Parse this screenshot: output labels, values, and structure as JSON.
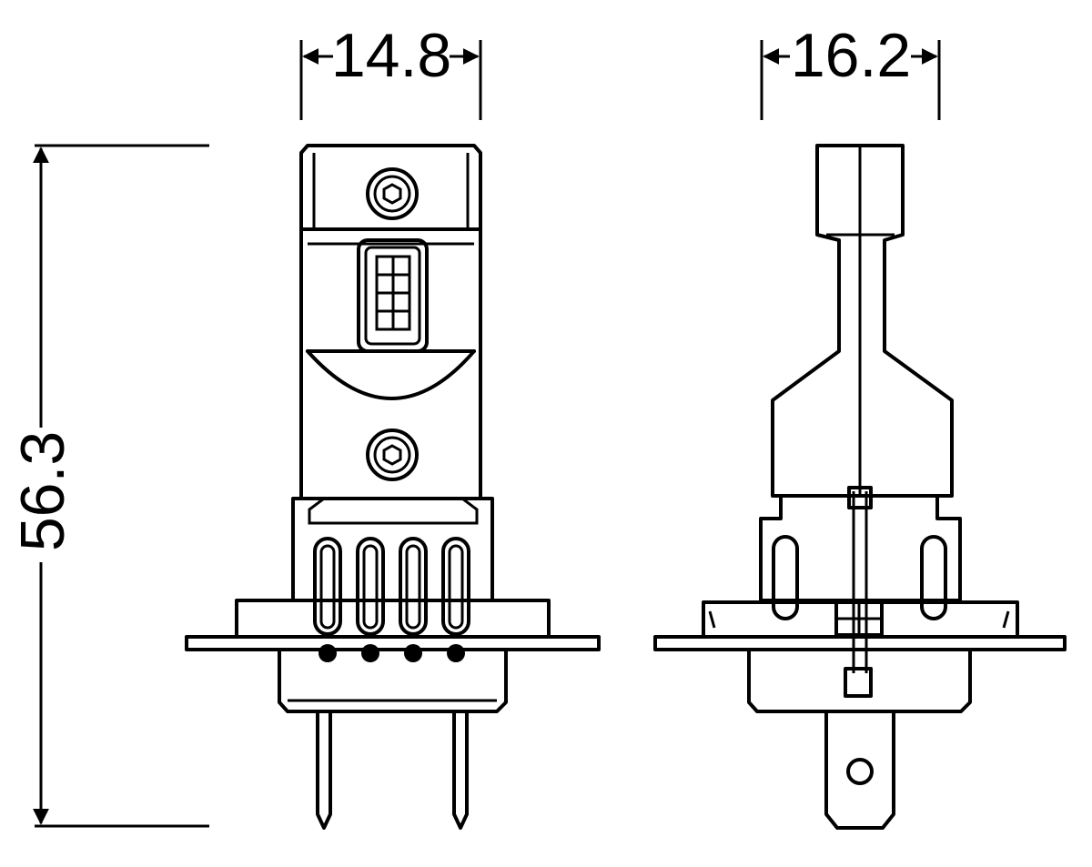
{
  "diagram": {
    "dimensions": {
      "front_width": "14.8",
      "side_width": "16.2",
      "height": "56.3"
    },
    "colors": {
      "line": "#000000",
      "background": "#ffffff"
    }
  }
}
